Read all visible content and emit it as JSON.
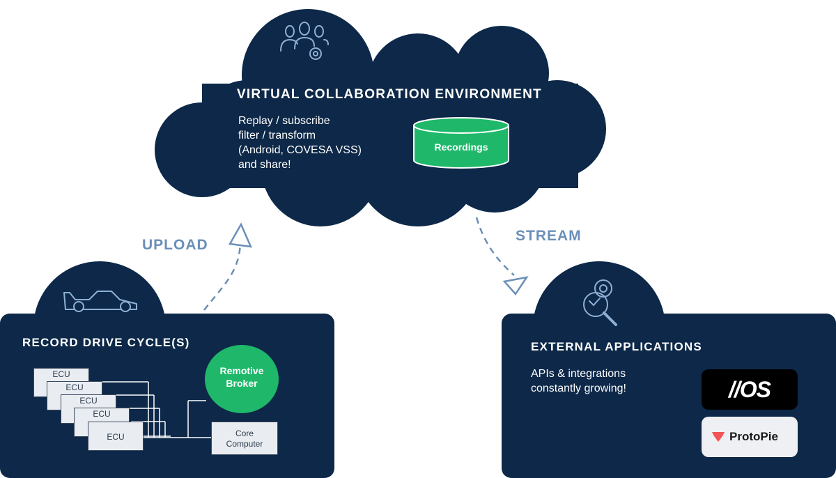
{
  "cloud": {
    "title": "VIRTUAL COLLABORATION ENVIRONMENT",
    "description_lines": [
      "Replay / subscribe",
      "filter / transform",
      "(Android,  COVESA VSS)",
      "and share!"
    ],
    "database_label": "Recordings",
    "icon": "team-settings-icon"
  },
  "record": {
    "title": "RECORD DRIVE CYCLE(S)",
    "icon": "race-car-icon",
    "ecu_labels": [
      "ECU",
      "ECU",
      "ECU",
      "ECU",
      "ECU"
    ],
    "broker_line1": "Remotive",
    "broker_line2": "Broker",
    "core_line1": "Core",
    "core_line2": "Computer"
  },
  "external": {
    "title": "EXTERNAL APPLICATIONS",
    "description_lines": [
      "APIs & integrations",
      "constantly growing!"
    ],
    "icon": "gear-search-icon",
    "logos": [
      {
        "text": "//OS",
        "name": "hos-logo"
      },
      {
        "text": "ProtoPie",
        "name": "protopie-logo"
      }
    ]
  },
  "flows": {
    "upload": "UPLOAD",
    "stream": "STREAM"
  },
  "colors": {
    "navy": "#0d2848",
    "green": "#1fb86a",
    "flow": "#6a8fb8",
    "protopie": "#f25555"
  }
}
